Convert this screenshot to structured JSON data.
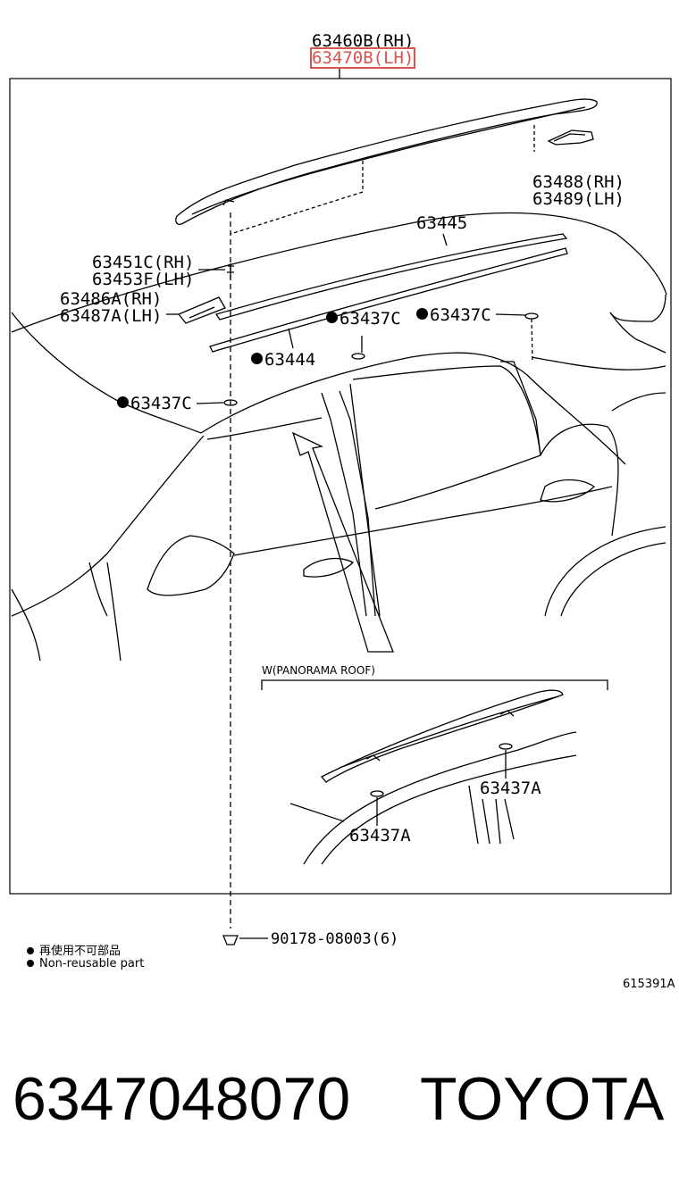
{
  "diagram": {
    "top_label_rh": "63460B(RH)",
    "top_label_lh": "63470B(LH)",
    "labels": {
      "p63488": "63488(RH)",
      "p63489": "63489(LH)",
      "p63445": "63445",
      "p63451c": "63451C(RH)",
      "p63453f": "63453F(LH)",
      "p63486a": "63486A(RH)",
      "p63487a": "63487A(LH)",
      "p63437c_mid": "63437C",
      "p63437c_right": "63437C",
      "p63444": "63444",
      "p63437c_left": "63437C",
      "p90178": "90178-08003(6)"
    },
    "panorama": {
      "title": "W(PANORAMA ROOF)",
      "label_right": "63437A",
      "label_left": "63437A"
    },
    "legend": {
      "chinese": "再使用不可部品",
      "english": "Non-reusable part"
    },
    "ref_code": "615391A"
  },
  "footer": {
    "part_number": "6347048070",
    "brand": "TOYOTA"
  }
}
